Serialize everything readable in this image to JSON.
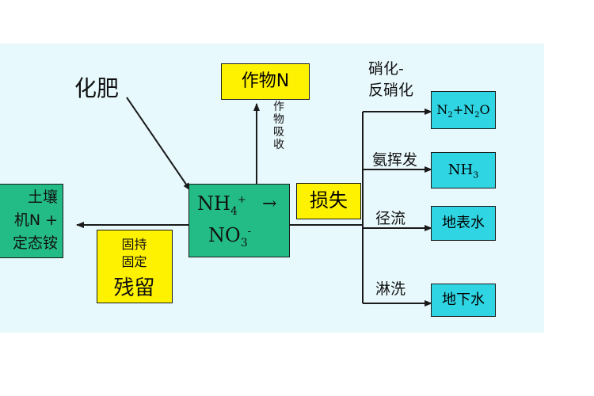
{
  "soil_box": {
    "lines": [
      "土壤",
      "机N +",
      "定态铵"
    ]
  },
  "fertilizer_label": "化肥",
  "crop_box": {
    "label": "作物N"
  },
  "crop_uptake_label": [
    "作",
    "物",
    "吸",
    "收"
  ],
  "center_box": {
    "ammonium": {
      "base": "NH",
      "sub": "4",
      "sup": "+"
    },
    "nitrate": {
      "base": "NO",
      "sub": "3",
      "sup": "-"
    },
    "arrow": "→"
  },
  "retention_box": {
    "line1": "固持",
    "line2": "固定",
    "line3": "残留"
  },
  "loss_box": {
    "label": "损失"
  },
  "branches": [
    {
      "label_lines": [
        "硝化-",
        "反硝化"
      ],
      "target": {
        "base1": "N",
        "sub1": "2",
        "mid": "+N",
        "sub2": "2",
        "end": "O"
      }
    },
    {
      "label_lines": [
        "氨挥发"
      ],
      "target": {
        "base": "NH",
        "sub": "3"
      }
    },
    {
      "label_lines": [
        "径流"
      ],
      "target": {
        "text": "地表水"
      }
    },
    {
      "label_lines": [
        "淋洗"
      ],
      "target": {
        "text": "地下水"
      }
    }
  ],
  "colors": {
    "panel": "#e8f9fd",
    "green": "#23bb86",
    "yellow": "#fff200",
    "cyan": "#2fd5e3"
  }
}
